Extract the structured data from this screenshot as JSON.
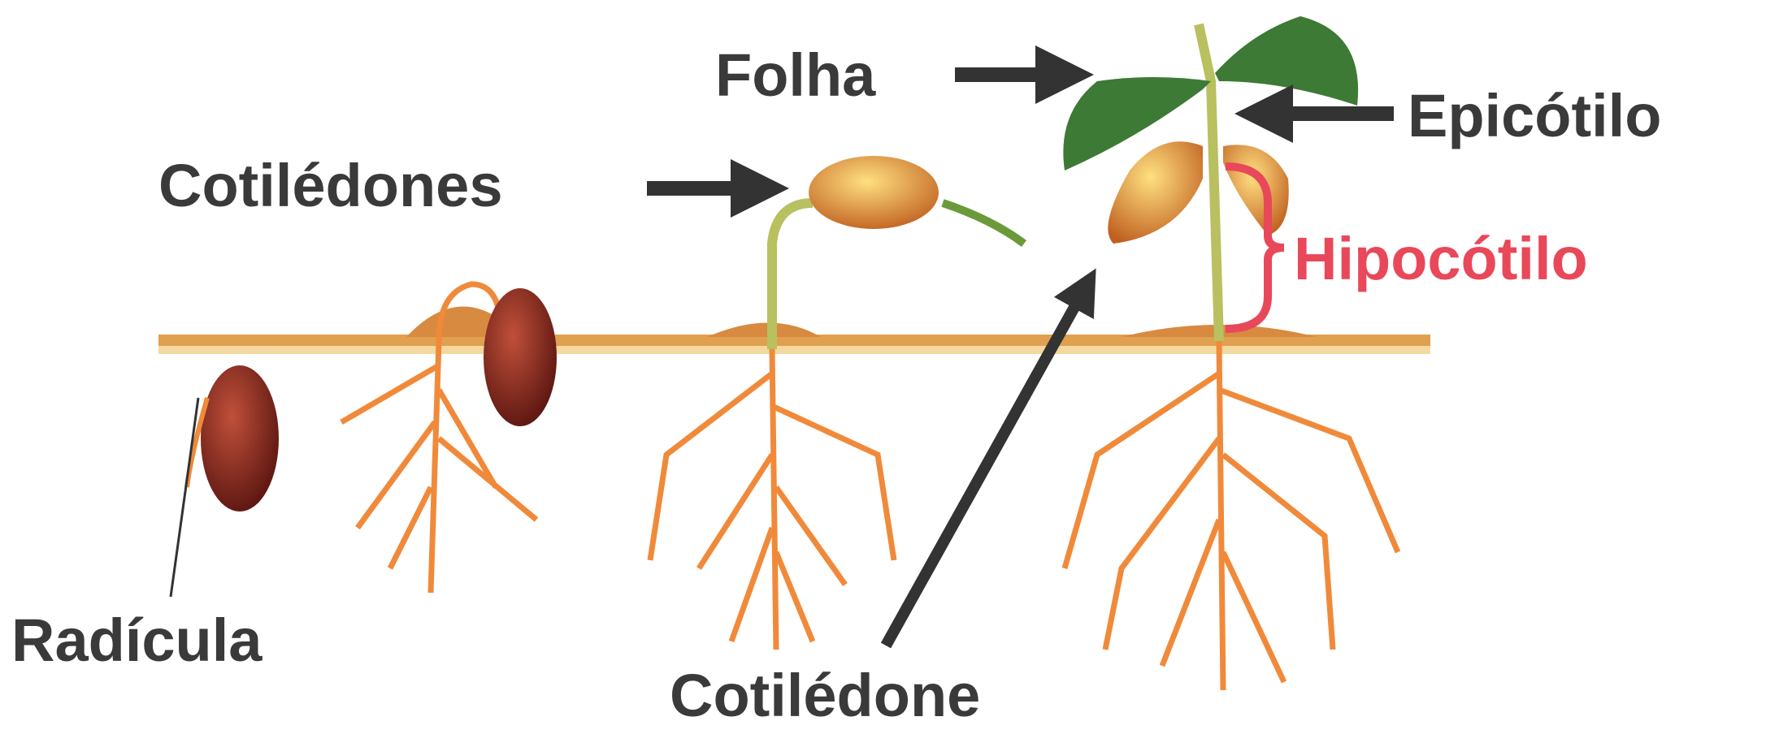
{
  "title": "Germinação do feijão",
  "labels": {
    "folha": "Folha",
    "epicotilo": "Epicótilo",
    "cotiledones": "Cotilédones",
    "hipocotilo": "Hipocótilo",
    "radicula": "Radícula",
    "cotiledone": "Cotilédone"
  },
  "colors": {
    "label": "#3a3a3a",
    "hipocotilo": "#e8485a",
    "root": "#f08a3a",
    "soil": "#e0a050",
    "seed": "#8a2a1a",
    "leaf": "#3d7a35"
  }
}
